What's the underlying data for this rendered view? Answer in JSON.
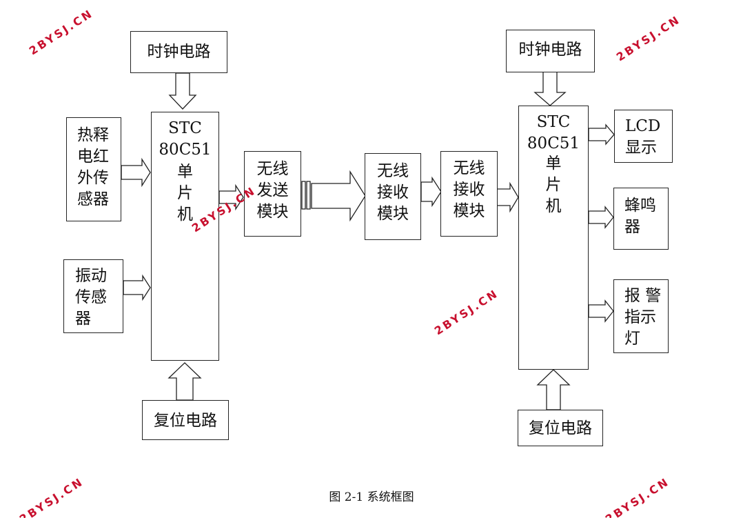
{
  "blocks": {
    "clock_left": "时钟电路",
    "pir_sensor": "热释\n电红\n外传\n感器",
    "vibration_sensor": "振动\n传感\n器",
    "mcu_left_model": "STC\n80C51",
    "mcu_left_label": "单\n片\n机",
    "wireless_tx": "无线\n发送\n模块",
    "reset_left": "复位电路",
    "wireless_rx_a": "无线\n接收\n模块",
    "wireless_rx_b": "无线\n接收\n模块",
    "clock_right": "时钟电路",
    "mcu_right_model": "STC\n80C51",
    "mcu_right_label": "单\n片\n机",
    "lcd": "LCD\n显示",
    "buzzer": "蜂鸣\n器",
    "alarm_light": "报 警\n指示\n灯",
    "reset_right": "复位电路"
  },
  "caption": "图 2-1  系统框图",
  "watermark": "2BYSJ.CN",
  "colors": {
    "line": "#222222",
    "watermark": "#c8102e"
  }
}
